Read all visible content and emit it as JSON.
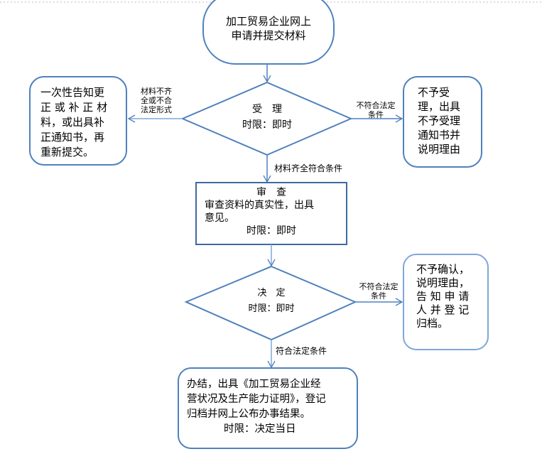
{
  "start": {
    "lines": [
      "加工贸易企业网上",
      "申请并提交材料"
    ]
  },
  "accept": {
    "title": "受　理",
    "time": "时限：即时"
  },
  "reject_left": {
    "label": [
      "材料不齐",
      "全或不合",
      "法定形式"
    ],
    "box": [
      "一次性告知更",
      "正 或 补 正 材",
      "料，或出具补",
      "正通知书，再",
      "重新提交。"
    ]
  },
  "reject_right": {
    "label": [
      "不符合法定",
      "条件"
    ],
    "box": [
      "不予受",
      "理，出具",
      "不予受理",
      "通知书并",
      "说明理由"
    ]
  },
  "to_review_label": "材料齐全符合条件",
  "review": {
    "title": "审　查",
    "lines": [
      "审查资料的真实性，出具",
      "意见。"
    ],
    "time": "时限：即时"
  },
  "decide": {
    "title": "决　定",
    "time": "时限：即时"
  },
  "decide_reject": {
    "label": [
      "不符合法定",
      "条件"
    ],
    "box": [
      "不予确认，",
      "说明理由，",
      "告 知 申 请",
      "人 并 登 记",
      "归档。"
    ]
  },
  "to_finish_label": "符合法定条件",
  "finish": {
    "lines": [
      "办结，出具《加工贸易企业经",
      "营状况及生产能力证明》，登记",
      "归档并网上公布办事结果。"
    ],
    "time": "时限：决定当日"
  },
  "colors": {
    "stroke": "#4f81bd",
    "stroke_light": "#7fa7d9"
  }
}
